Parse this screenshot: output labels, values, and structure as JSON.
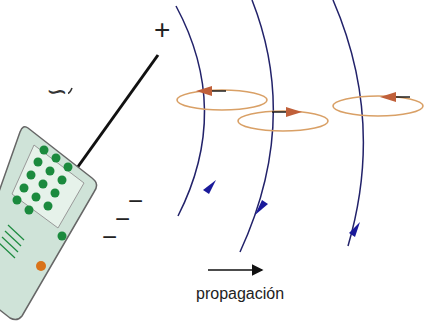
{
  "diagram": {
    "labels": [
      "+",
      "∽",
      "−",
      "−",
      "−",
      "propagación"
    ]
  }
}
